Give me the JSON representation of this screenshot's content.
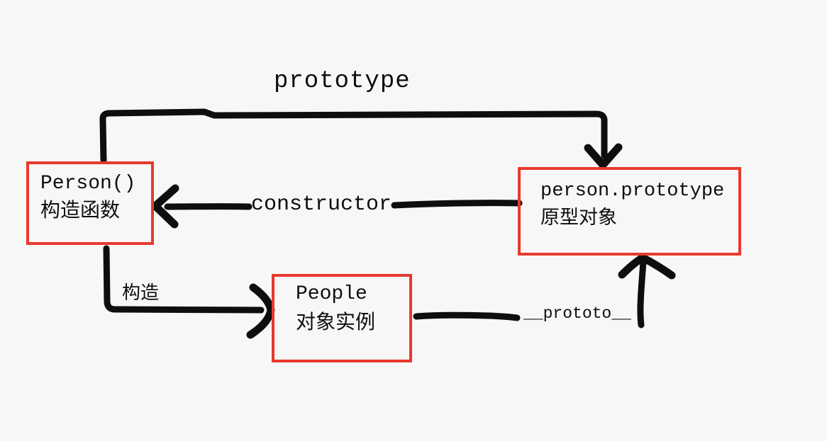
{
  "labels": {
    "prototype": "prototype",
    "constructor": "constructor",
    "construct": "构造",
    "proto": "__prototo__"
  },
  "boxes": {
    "constructor_fn": {
      "line1": "Person()",
      "line2": "构造函数"
    },
    "prototype_obj": {
      "line1": "person.prototype",
      "line2": "原型对象"
    },
    "instance": {
      "line1": "People",
      "line2": "对象实例"
    }
  },
  "colors": {
    "background": "#f7f7f8",
    "box_border": "#e8392e",
    "ink": "#0e0e0e"
  }
}
